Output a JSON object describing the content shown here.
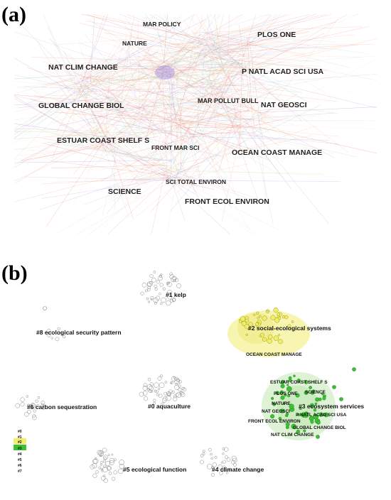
{
  "panels": {
    "a": {
      "label": "(a)"
    },
    "b": {
      "label": "(b)"
    }
  },
  "colors": {
    "link_red": "#e8604c",
    "link_orange": "#f1a170",
    "link_purple": "#8a6ad8",
    "link_green": "#8ed082",
    "link_blue": "#6fa4e0",
    "cluster_yellow": "#f2ee6a",
    "cluster_green": "#3ebf34",
    "node_gray": "#8a8a8a"
  },
  "panel_a": {
    "journals": [
      "MAR POLICY",
      "NATURE",
      "PLOS ONE",
      "NAT CLIM CHANGE",
      "P NATL ACAD SCI USA",
      "MAR POLLUT BULL",
      "NAT GEOSCI",
      "GLOBAL CHANGE BIOL",
      "ESTUAR COAST SHELF S",
      "FRONT MAR SCI",
      "OCEAN COAST MANAGE",
      "SCI TOTAL ENVIRON",
      "SCIENCE",
      "FRONT ECOL ENVIRON"
    ]
  },
  "panel_b": {
    "clusters": [
      "#0 aquaculture",
      "#1 kelp",
      "#2 social-ecological systems",
      "#3 ecosystem services",
      "#4 climate change",
      "#5 ecological function",
      "#6 carbon sequestration",
      "#8 ecological security pattern"
    ],
    "node_labels": [
      "OCEAN COAST MANAGE",
      "ESTUAR COAST SHELF S",
      "PLOS ONE",
      "SCIENCE",
      "NATURE",
      "NAT GEOSCI",
      "P NATL ACAD SCI USA",
      "FRONT ECOL ENVIRON",
      "GLOBAL CHANGE BIOL",
      "NAT CLIM CHANGE"
    ],
    "legend": [
      "#0",
      "#1",
      "#2",
      "#3",
      "#4",
      "#5",
      "#6",
      "#7"
    ]
  }
}
